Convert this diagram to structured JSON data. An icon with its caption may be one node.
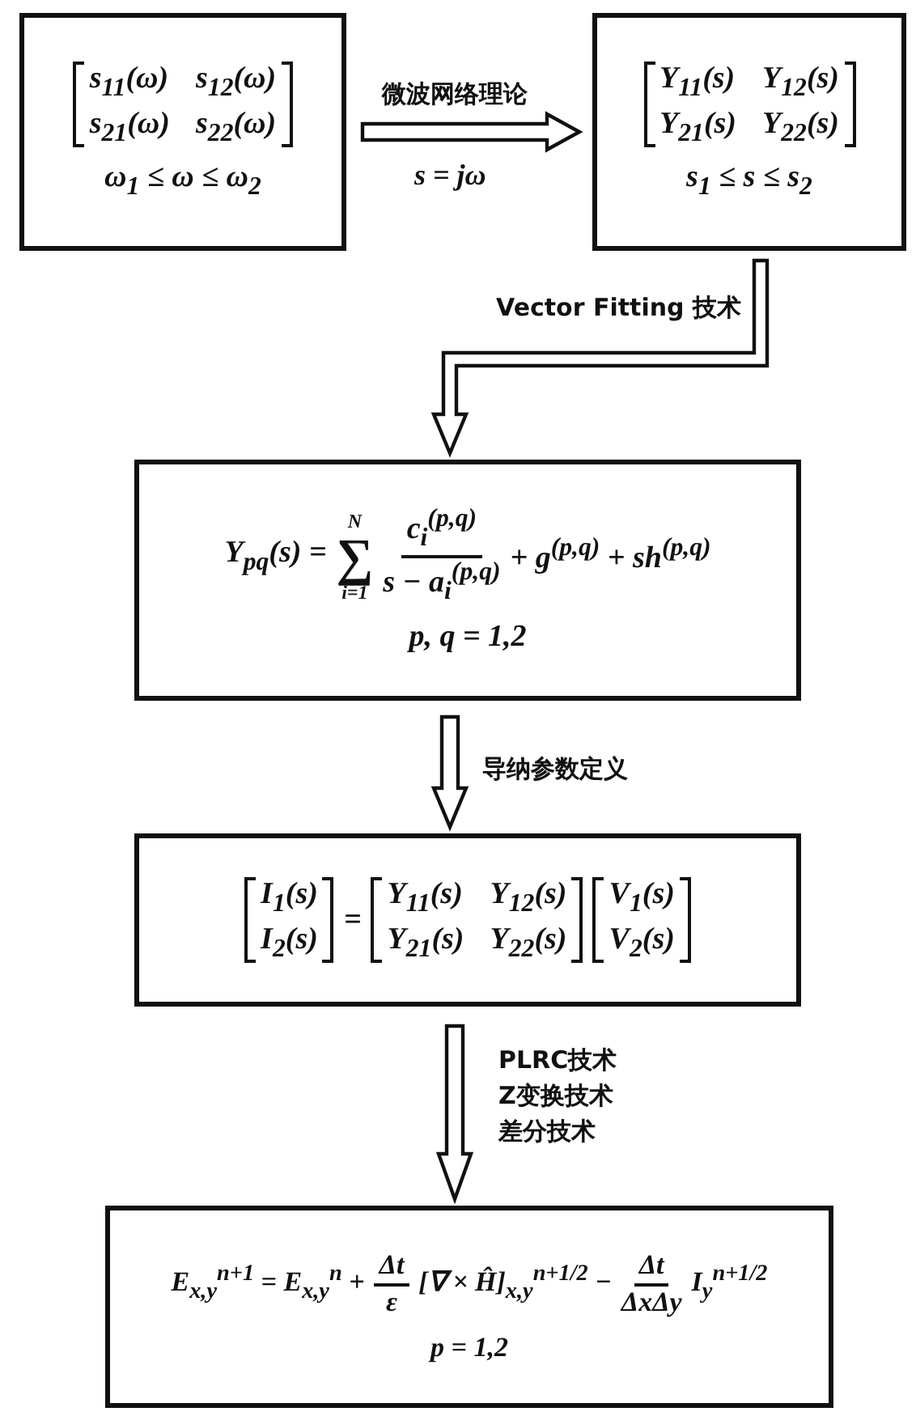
{
  "diagram": {
    "nodes": [
      {
        "text": [
          "s$_{11}$(ω)",
          "s$_{12}$(ω)",
          "s$_{21}$(ω)",
          "s$_{22}$(ω)",
          "ω$_{1}$ ≤ ω ≤ ω$_{2}$"
        ]
      },
      {
        "text": [
          "Y$_{11}$(s)",
          "Y$_{12}$(s)",
          "Y$_{21}$(s)",
          "Y$_{22}$(s)",
          "s$_{1}$ ≤ s ≤ s$_{2}$"
        ]
      },
      {
        "text": [
          "Y$_{pq}$(s) =",
          "N",
          "∑",
          "i=1",
          "c$_{i}$$^{(p,q)}$",
          "s − a$_{i}$$^{(p,q)}$",
          "+ g$^{(p,q)}$ + sh$^{(p,q)}$",
          "p, q = 1,2"
        ]
      },
      {
        "text": [
          "I$_{1}$(s)",
          "I$_{2}$(s)",
          "=",
          "Y$_{11}$(s)",
          "Y$_{12}$(s)",
          "Y$_{21}$(s)",
          "Y$_{22}$(s)",
          "V$_{1}$(s)",
          "V$_{2}$(s)"
        ]
      },
      {
        "text": [
          "E$_{x,y}$$^{n+1}$ = E$_{x,y}$$^{n}$ +",
          "Δt",
          "ε",
          "[∇ × Ĥ]$_{x,y}$$^{n+1/2}$ −",
          "Δt",
          "ΔxΔy",
          "I$_{y}$$^{n+1/2}$",
          "p = 1,2"
        ]
      }
    ],
    "edges": [
      {
        "from": 0,
        "to": 1,
        "arrow": "to",
        "label": "微波网络理论"
      },
      {
        "from": 1,
        "to": 2,
        "arrow": "to",
        "label": "Vector Fitting 技术"
      },
      {
        "from": 2,
        "to": 3,
        "arrow": "to",
        "label": "导纳参数定义"
      },
      {
        "from": 3,
        "to": 4,
        "arrow": "to",
        "label": "PLRC技术Z变换技术差分技术"
      }
    ],
    "labels": [
      "s = jω"
    ]
  }
}
